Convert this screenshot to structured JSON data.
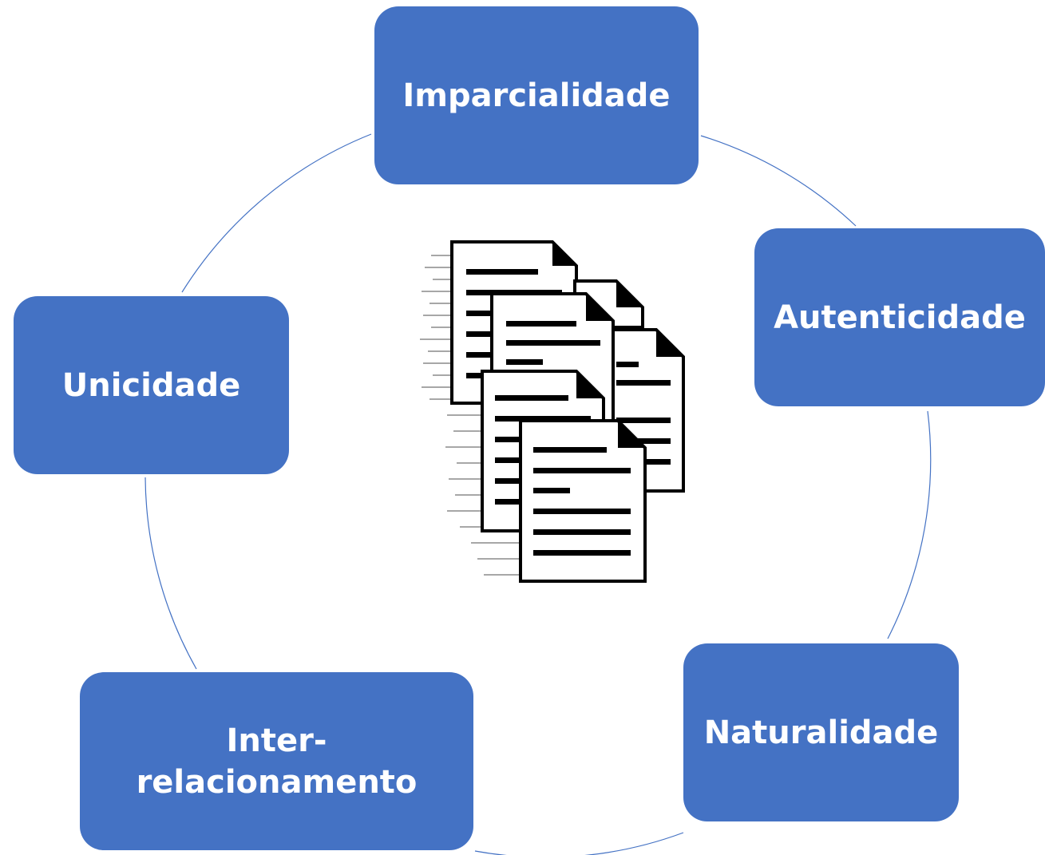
{
  "diagram": {
    "type": "cycle",
    "nodes": [
      {
        "id": "imparcialidade",
        "label": "Imparcialidade"
      },
      {
        "id": "autenticidade",
        "label": "Autenticidade"
      },
      {
        "id": "naturalidade",
        "label": "Naturalidade"
      },
      {
        "id": "inter-relacionamento",
        "label": "Inter-\nrelacionamento"
      },
      {
        "id": "unicidade",
        "label": "Unicidade"
      }
    ],
    "center_icon": "stacked-documents-icon",
    "colors": {
      "node_fill": "#4472c4",
      "node_text": "#ffffff",
      "connector": "#4472c4"
    }
  }
}
